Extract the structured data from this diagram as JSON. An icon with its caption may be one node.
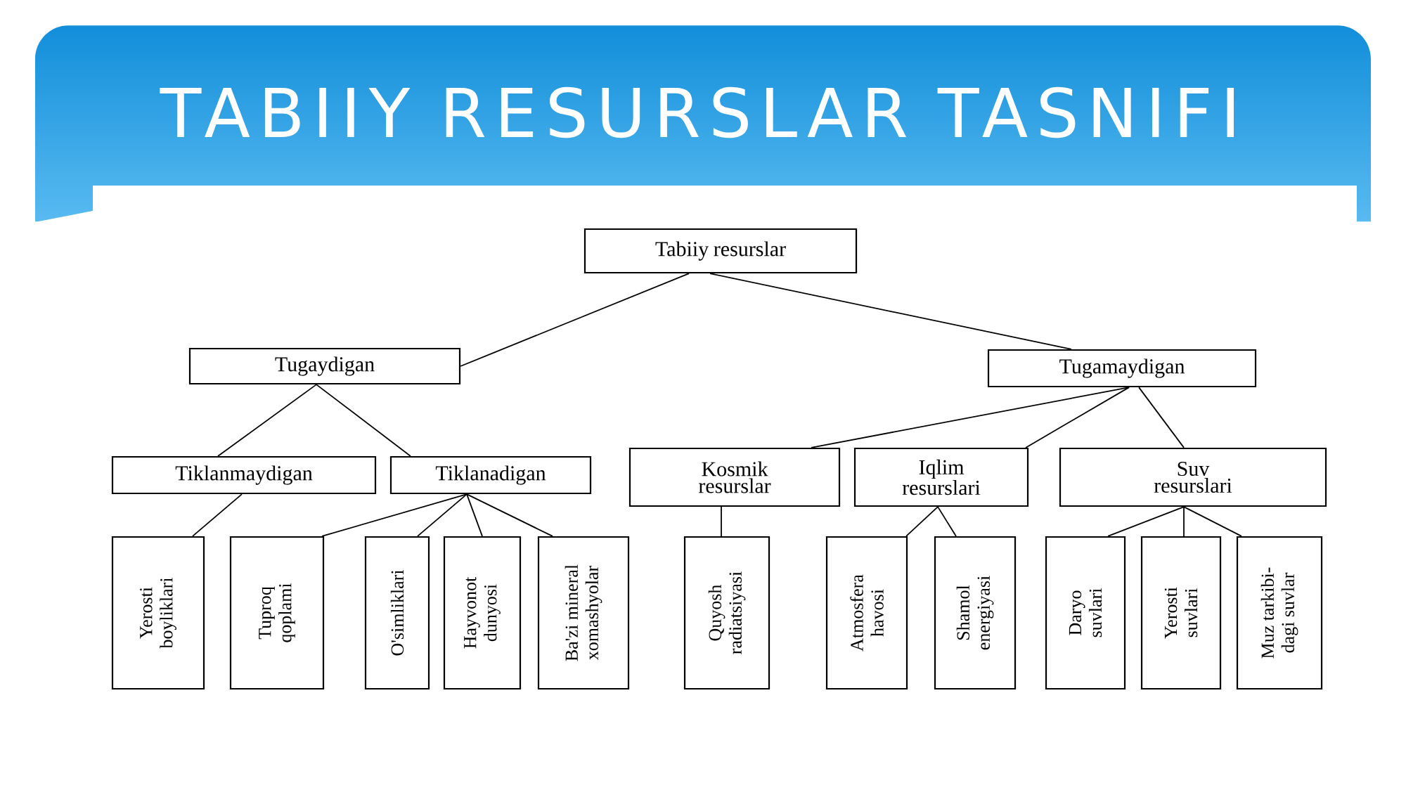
{
  "diagram": {
    "title": "TABIIY RESURSLAR TASNIFI",
    "nodes": [
      {
        "text": [
          "Tabiiy resurslar"
        ]
      },
      {
        "text": [
          "Tugaydigan"
        ]
      },
      {
        "text": [
          "Tugamaydigan"
        ]
      },
      {
        "text": [
          "Tiklanmaydigan"
        ]
      },
      {
        "text": [
          "Tiklanadigan"
        ]
      },
      {
        "text": [
          "Kosmik resurslar"
        ]
      },
      {
        "text": [
          "Iqlim resurslari"
        ]
      },
      {
        "text": [
          "Suv resurslari"
        ]
      },
      {
        "text": [
          "Yerosti boyliklari"
        ]
      },
      {
        "text": [
          "Tuproq qoplami"
        ]
      },
      {
        "text": [
          "O'simliklari"
        ]
      },
      {
        "text": [
          "Hayvonot dunyosi"
        ]
      },
      {
        "text": [
          "Ba'zi mineral xomashyolar"
        ]
      },
      {
        "text": [
          "Quyosh radiatsiyasi"
        ]
      },
      {
        "text": [
          "Atmosfera havosi"
        ]
      },
      {
        "text": [
          "Shamol energiyasi"
        ]
      },
      {
        "text": [
          "Daryo suvlari"
        ]
      },
      {
        "text": [
          "Yerosti suvlari"
        ]
      },
      {
        "text": [
          "Muz tarkibi- dagi suvlar"
        ]
      }
    ],
    "edges": [
      {
        "from": 0,
        "to": 1,
        "arrow": "none"
      },
      {
        "from": 0,
        "to": 2,
        "arrow": "none"
      },
      {
        "from": 1,
        "to": 3,
        "arrow": "none"
      },
      {
        "from": 1,
        "to": 4,
        "arrow": "none"
      },
      {
        "from": 2,
        "to": 5,
        "arrow": "none"
      },
      {
        "from": 2,
        "to": 6,
        "arrow": "none"
      },
      {
        "from": 2,
        "to": 7,
        "arrow": "none"
      },
      {
        "from": 3,
        "to": 8,
        "arrow": "none"
      },
      {
        "from": 4,
        "to": 9,
        "arrow": "none"
      },
      {
        "from": 4,
        "to": 10,
        "arrow": "none"
      },
      {
        "from": 4,
        "to": 11,
        "arrow": "none"
      },
      {
        "from": 4,
        "to": 12,
        "arrow": "none"
      },
      {
        "from": 5,
        "to": 13,
        "arrow": "none"
      },
      {
        "from": 6,
        "to": 14,
        "arrow": "none"
      },
      {
        "from": 6,
        "to": 15,
        "arrow": "none"
      },
      {
        "from": 7,
        "to": 16,
        "arrow": "none"
      },
      {
        "from": 7,
        "to": 17,
        "arrow": "none"
      },
      {
        "from": 7,
        "to": 18,
        "arrow": "none"
      }
    ]
  }
}
